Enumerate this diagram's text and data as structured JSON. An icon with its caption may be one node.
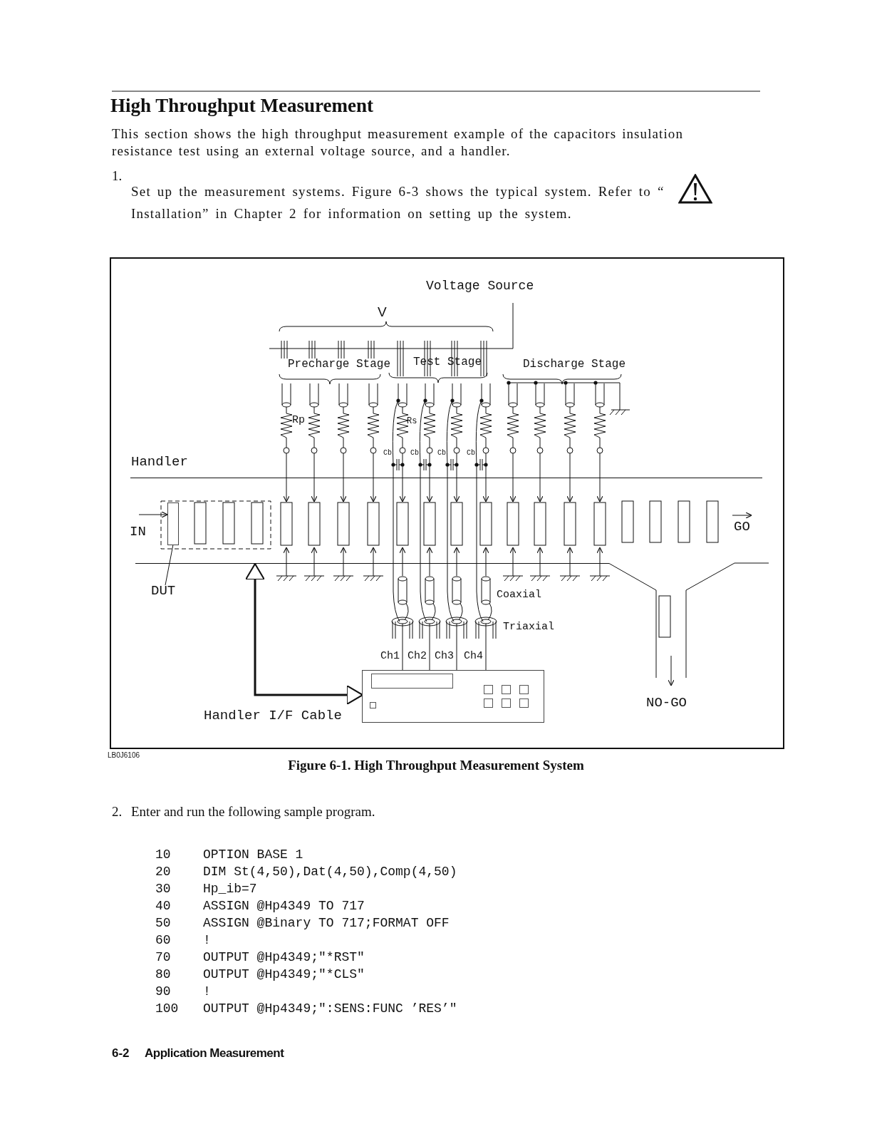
{
  "diagram": {
    "title": "High Throughput Measurement",
    "caption": "Figure 6-1. High Throughput Measurement System",
    "nodes": [
      {
        "text": [],
        "shape": "box",
        "beside": [
          "Ch1",
          "Ch2",
          "Ch3",
          "Ch4"
        ]
      },
      {
        "text": [
          "DUT"
        ]
      },
      {
        "text": [],
        "shape": "box"
      }
    ],
    "edges": [
      {
        "from": null,
        "to": 0,
        "arrow": "both",
        "label": "Handler I/F Cable"
      },
      {
        "from": 1,
        "to": 2,
        "arrow": "none"
      },
      {
        "from": null,
        "to": 2,
        "arrow": "to",
        "label": "IN"
      }
    ],
    "labels": [
      "This section shows the high throughput measurement example of the capacitors insulation resistance test using an external voltage source, and a handler.",
      "1.",
      "Set up the measurement systems. Figure 6-3 shows the typical system. Refer to “ Installation” in Chapter 2 for information on setting up the system.",
      "V",
      "Voltage Source",
      "Precharge Stage",
      "Test Stage",
      "Discharge Stage",
      "Rp",
      "Rs",
      "Cb",
      "Cb",
      "Cb",
      "Cb",
      "Handler",
      "GO",
      "Coaxial",
      "Triaxial",
      "NO-GO",
      "LB0J6106",
      "2.",
      "Enter and run the following sample program.",
      "10",
      "OPTION BASE 1",
      "20",
      "DIM St(4,50),Dat(4,50),Comp(4,50)",
      "30",
      "Hp_ib=7",
      "40",
      "ASSIGN @Hp4349 TO 717",
      "50",
      "ASSIGN @Binary TO 717;FORMAT OFF",
      "60",
      "!",
      "70",
      "OUTPUT @Hp4349;\"*RST\"",
      "80",
      "OUTPUT @Hp4349;\"*CLS\"",
      "90",
      "!",
      "100",
      "OUTPUT @Hp4349;\":SENS:FUNC ’RES’\"",
      "6-2",
      "Application Measurement"
    ]
  }
}
